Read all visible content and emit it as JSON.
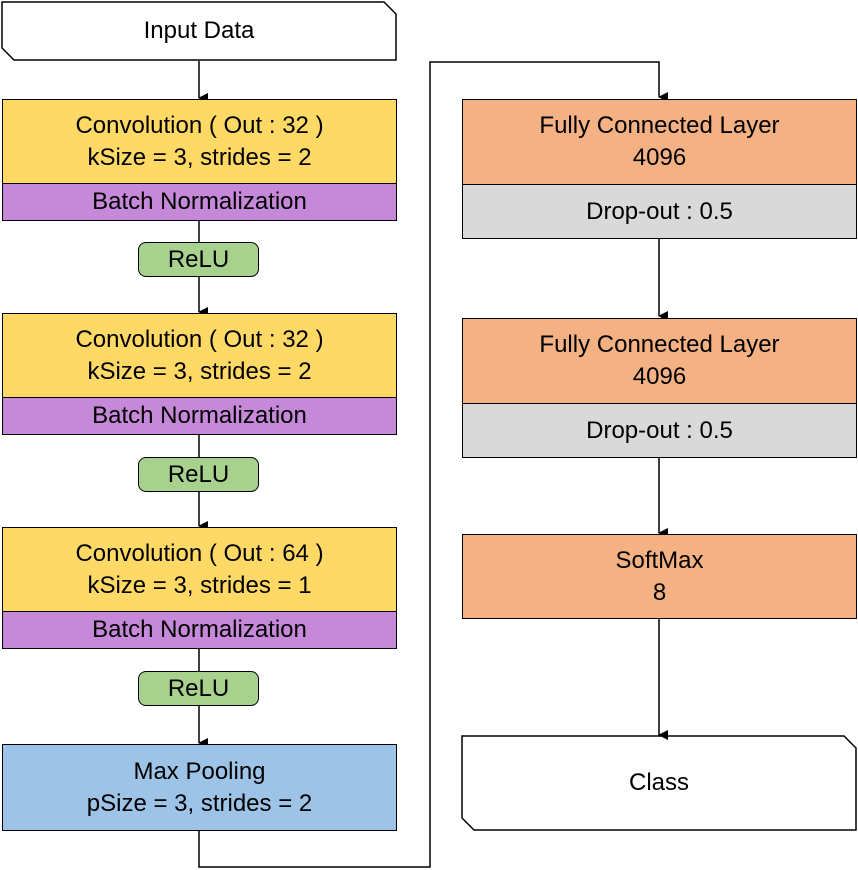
{
  "colors": {
    "convolution": "#FFD966",
    "batch_norm": "#C688D8",
    "relu": "#A9D18E",
    "pooling": "#9DC3E6",
    "dense": "#F4B183",
    "dropout": "#D9D9D9",
    "io": "#FFFFFF"
  },
  "input": {
    "label": "Input Data"
  },
  "left_column": {
    "conv1": {
      "line1": "Convolution ( Out : 32 )",
      "line2": "kSize = 3, strides = 2"
    },
    "bn1": {
      "label": "Batch Normalization"
    },
    "relu1": {
      "label": "ReLU"
    },
    "conv2": {
      "line1": "Convolution ( Out : 32 )",
      "line2": "kSize = 3, strides = 2"
    },
    "bn2": {
      "label": "Batch Normalization"
    },
    "relu2": {
      "label": "ReLU"
    },
    "conv3": {
      "line1": "Convolution ( Out : 64 )",
      "line2": "kSize = 3, strides = 1"
    },
    "bn3": {
      "label": "Batch Normalization"
    },
    "relu3": {
      "label": "ReLU"
    },
    "pool": {
      "line1": "Max Pooling",
      "line2": "pSize = 3, strides = 2"
    }
  },
  "right_column": {
    "fc1": {
      "line1": "Fully Connected Layer",
      "line2": "4096"
    },
    "dropout1": {
      "label": "Drop-out : 0.5"
    },
    "fc2": {
      "line1": "Fully Connected Layer",
      "line2": "4096"
    },
    "dropout2": {
      "label": "Drop-out : 0.5"
    },
    "softmax": {
      "line1": "SoftMax",
      "line2": "8"
    }
  },
  "output": {
    "label": "Class"
  }
}
